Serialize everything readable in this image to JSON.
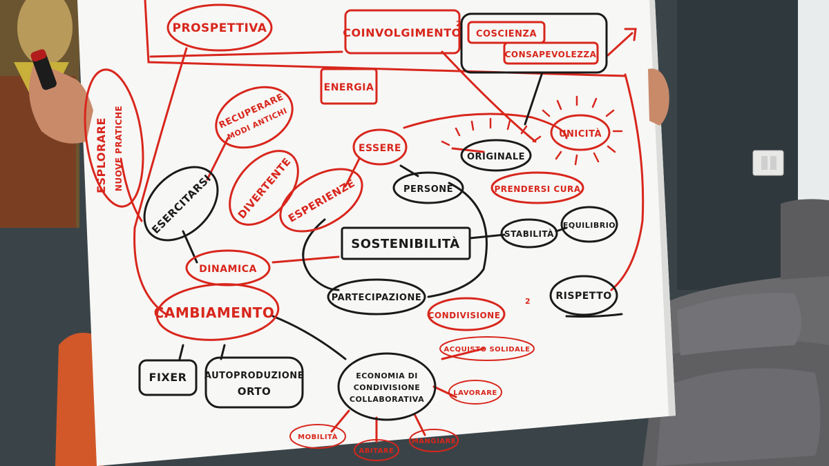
{
  "header": {
    "prospettiva": "PROSPETTIVA",
    "coinvolgimento": "COINVOLGIMENTO",
    "coinvolgimento_sup": "2",
    "coscienza": "COSCIENZA",
    "consapevolezza": "CONSAPEVOLEZZA"
  },
  "left": {
    "esplorare": "ESPLORARE",
    "nuove_pratiche": "NUOVE PRATICHE",
    "energia": "ENERGIA",
    "recuperare": "RECUPERARE",
    "modi_antichi": "MODI ANTICHI",
    "esercitarsi": "ESERCITARSI",
    "divertente": "DIVERTENTE",
    "esperienze": "ESPERIENZE",
    "dinamica": "DINAMICA",
    "cambiamento": "CAMBIAMENTO"
  },
  "center": {
    "essere": "ESSERE",
    "originale": "ORIGINALE",
    "unicita": "UNICITÀ",
    "persone": "PERSONE",
    "prendersi_cura": "PRENDERSI CURA",
    "sostenibilita": "SOSTENIBILITÀ",
    "stabilita": "STABILITÀ",
    "equilibrio": "EQUILIBRIO",
    "partecipazione": "PARTECIPAZIONE",
    "condivisione": "CONDIVISIONE",
    "condivisione_sup": "2",
    "rispetto": "RISPETTO"
  },
  "bottom": {
    "fixer": "FIXER",
    "autoproduzione": "AUTOPRODUZIONE",
    "orto": "ORTO",
    "economia_line1": "ECONOMIA DI",
    "economia_line2": "CONDIVISIONE",
    "economia_line3": "COLLABORATIVA",
    "acquisto_solidale": "ACQUISTO SOLIDALE",
    "lavorare": "LAVORARE",
    "mobilita": "MOBILITÀ",
    "abitare": "ABITARE",
    "mangiare": "MANGIARE"
  },
  "colors": {
    "red_marker": "#d8261c",
    "black_marker": "#1a1a1a",
    "paper": "#f7f7f5",
    "wall": "#3a4448",
    "sofa": "#5f5f62"
  }
}
